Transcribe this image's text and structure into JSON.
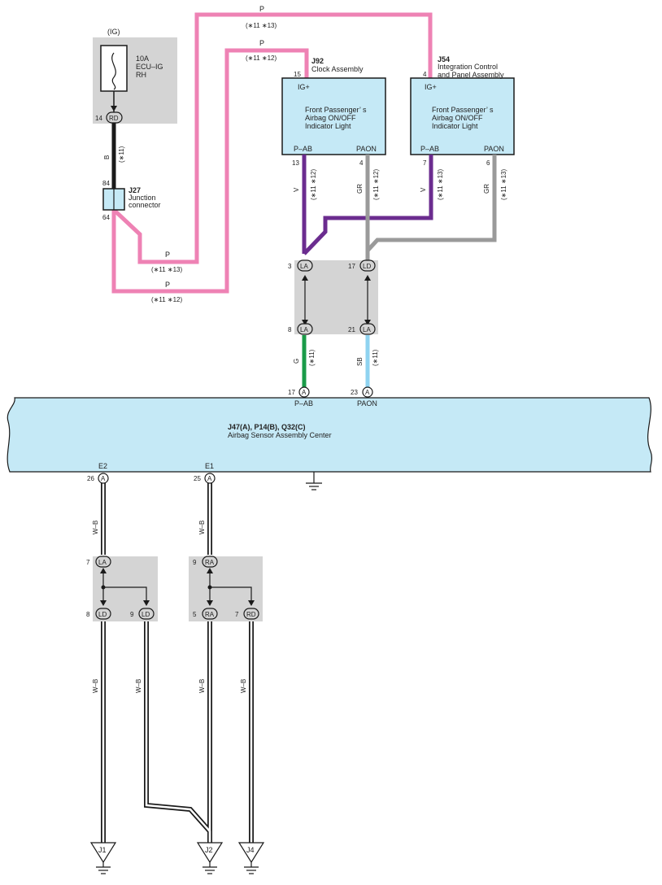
{
  "colors": {
    "pink": "#ee82b4",
    "black": "#1a1a1a",
    "violet": "#6b2c8f",
    "gray": "#9a9a9a",
    "green": "#1a9b48",
    "skyblue": "#8fd3f0",
    "box_fill": "#c5e9f6",
    "connector_fill": "#d4d4d4"
  },
  "fuse": {
    "supply": "(IG)",
    "rating": "10A",
    "name": "ECU–IG",
    "side": "RH",
    "pin": "14",
    "pin_code": "RD"
  },
  "wire_labels": {
    "p": "P",
    "b": "B",
    "v": "V",
    "gr": "GR",
    "g": "G",
    "sb": "SB",
    "wb": "W–B",
    "note_11": "(∗11)",
    "note_11_12": "(∗11 ∗12)",
    "note_11_13": "(∗11 ∗13)"
  },
  "junction_connector": {
    "id": "J27",
    "name": "Junction",
    "name2": "connector",
    "pin_top": "84",
    "pin_bottom": "64"
  },
  "clock_assembly": {
    "id": "J92",
    "name": "Clock Assembly",
    "pin_in": "15",
    "ig_label": "IG+",
    "line1": "Front Passenger’ s",
    "line2": "Airbag ON/OFF",
    "line3": "Indicator Light",
    "pab_label": "P–AB",
    "paon_label": "PAON",
    "pab_pin": "13",
    "paon_pin": "4"
  },
  "integration_panel": {
    "id": "J54",
    "name": "Integration Control",
    "name2": "and Panel Assembly",
    "pin_in": "4",
    "ig_label": "IG+",
    "line1": "Front Passenger’ s",
    "line2": "Airbag ON/OFF",
    "line3": "Indicator Light",
    "pab_label": "P–AB",
    "paon_label": "PAON",
    "pab_pin": "7",
    "paon_pin": "6"
  },
  "connector_upper": {
    "la_top_pin": "3",
    "la_top_code": "LA",
    "ld_top_pin": "17",
    "ld_top_code": "LD",
    "la_bot_pin": "8",
    "la_bot_code": "LA",
    "la2_bot_pin": "21",
    "la2_bot_code": "LA"
  },
  "airbag_ecu": {
    "id": "J47(A), P14(B), Q32(C)",
    "name": "Airbag Sensor Assembly Center",
    "pab_pin": "17",
    "pab_code": "A",
    "pab_label": "P–AB",
    "paon_pin": "23",
    "paon_code": "A",
    "paon_label": "PAON",
    "e2_label": "E2",
    "e2_pin": "26",
    "e2_code": "A",
    "e1_label": "E1",
    "e1_pin": "25",
    "e1_code": "A"
  },
  "connector_left": {
    "top_pin": "7",
    "top_code": "LA",
    "b1_pin": "8",
    "b1_code": "LD",
    "b2_pin": "9",
    "b2_code": "LD"
  },
  "connector_right": {
    "top_pin": "9",
    "top_code": "RA",
    "b1_pin": "5",
    "b1_code": "RA",
    "b2_pin": "7",
    "b2_code": "RD"
  },
  "grounds": {
    "j1": "J1",
    "j2": "J2",
    "j4": "J4"
  }
}
